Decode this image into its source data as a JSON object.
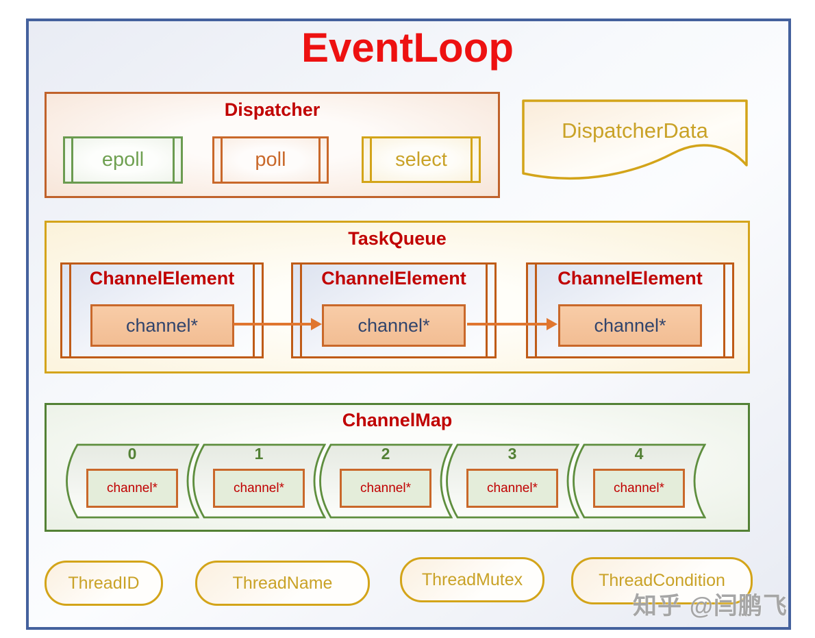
{
  "frame": {
    "title": "EventLoop"
  },
  "dispatcher": {
    "title": "Dispatcher",
    "items": [
      {
        "label": "epoll"
      },
      {
        "label": "poll"
      },
      {
        "label": "select"
      }
    ]
  },
  "dispatcher_data": {
    "label": "DispatcherData"
  },
  "task_queue": {
    "title": "TaskQueue",
    "elements": [
      {
        "title": "ChannelElement",
        "pointer": "channel*"
      },
      {
        "title": "ChannelElement",
        "pointer": "channel*"
      },
      {
        "title": "ChannelElement",
        "pointer": "channel*"
      }
    ]
  },
  "channel_map": {
    "title": "ChannelMap",
    "slots": [
      {
        "index": "0",
        "pointer": "channel*"
      },
      {
        "index": "1",
        "pointer": "channel*"
      },
      {
        "index": "2",
        "pointer": "channel*"
      },
      {
        "index": "3",
        "pointer": "channel*"
      },
      {
        "index": "4",
        "pointer": "channel*"
      }
    ]
  },
  "threads": [
    {
      "label": "ThreadID"
    },
    {
      "label": "ThreadName"
    },
    {
      "label": "ThreadMutex"
    },
    {
      "label": "ThreadCondition"
    }
  ],
  "watermark": {
    "text": "知乎 @闫鹏飞"
  },
  "colors": {
    "frame_border": "#44619D",
    "main_title_red": "#ED1111",
    "section_title_red": "#C00000",
    "dispatcher_orange": "#C0622B",
    "channel_element_orange": "#BF5B17",
    "channel_fill": "#F6C49F",
    "channel_text_navy": "#31446C",
    "gold": "#D3A419",
    "gold_text": "#C9A227",
    "green_border": "#538135",
    "green_text": "#6FA051",
    "map_channel_fill": "#E4EDDA",
    "arrow_orange": "#E0762F",
    "watermark_gray": "#969696"
  }
}
